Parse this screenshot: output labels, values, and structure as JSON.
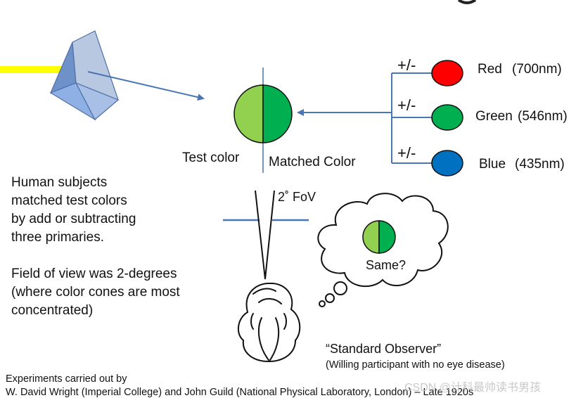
{
  "primaries": [
    {
      "name": "Red",
      "wavelength": "(700nm)",
      "color": "#ff0000",
      "adjust": "+/-"
    },
    {
      "name": "Green",
      "wavelength": "(546nm)",
      "color": "#00b050",
      "adjust": "+/-"
    },
    {
      "name": "Blue",
      "wavelength": "(435nm)",
      "color": "#0070c0",
      "adjust": "+/-"
    }
  ],
  "labels": {
    "test_color": "Test color",
    "matched_color": "Matched Color",
    "fov": "2˚ FoV",
    "same": "Same?"
  },
  "colors": {
    "test_half": "#92d050",
    "matched_half": "#00b050",
    "arrow": "#4a76b4",
    "beam": "#ffff00"
  },
  "description": {
    "para1": [
      "Human subjects",
      "matched test colors",
      "by add or subtracting",
      "three primaries."
    ],
    "para2": [
      "Field of view was 2-degrees",
      "(where color cones are most",
      "concentrated)"
    ]
  },
  "observer": {
    "title": "“Standard Observer”",
    "note": "(Willing participant with no eye disease)"
  },
  "footer": {
    "line1": "Experiments carried out by",
    "line2": "W. David Wright (Imperial College) and John Guild (National Physical Laboratory, London) – Late 1920s"
  },
  "watermark": "CSDN @计科最帅读书男孩"
}
